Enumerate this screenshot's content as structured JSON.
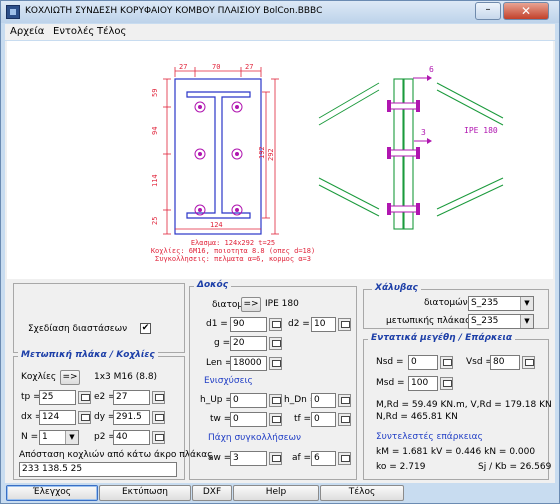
{
  "window": {
    "title": "ΚΟΧΛΙΩΤΗ ΣΥΝΔΕΣΗ ΚΟΡΥΦΑΙΟΥ ΚΟΜΒΟΥ ΠΛΑΙΣΙΟΥ  BolCon.BBBC",
    "minimize": "–",
    "close": "✕"
  },
  "menu": [
    "Αρχεία",
    "Εντολές",
    "Τέλος"
  ],
  "drawing": {
    "top_dims": [
      "27",
      "70",
      "27"
    ],
    "left_dims": [
      "59",
      "94",
      "114",
      "25"
    ],
    "right_dims": [
      "192",
      "292"
    ],
    "bottom_dim": "124",
    "notes": [
      "Ελασμα: 124x292  t=25",
      "Κοχλίες: 6M16, ποιοτητα 8.8 (οπες d=18)",
      "Συγκολλησεις: πελματα α=6, κορμος α=3"
    ],
    "side_load_top": "6",
    "side_load_mid": "3",
    "profile": "IPE 180"
  },
  "left_panel": {
    "draw_dims_label": "Σχεδίαση διαστάσεων",
    "draw_dims_checked": "✔",
    "plate_legend": "Μετωπική πλάκα / Κοχλίες",
    "bolts_label": "Κοχλίες",
    "bolts_btn": "=>",
    "bolts_value": "1x3 M16 (8.8)",
    "tp": {
      "label": "tp =",
      "value": "25"
    },
    "e2": {
      "label": "e2 =",
      "value": "27"
    },
    "dx": {
      "label": "dx =",
      "value": "124"
    },
    "dy": {
      "label": "dy =",
      "value": "291.5"
    },
    "N": {
      "label": "N =",
      "value": "1"
    },
    "p2": {
      "label": "p2 =",
      "value": "40"
    },
    "distance_label": "Απόσταση κοχλιών από κάτω άκρο πλάκας",
    "distance_value": "233 138.5 25"
  },
  "middle_panel": {
    "beam_legend": "Δοκός",
    "section_label": "διατομή",
    "section_btn": "=>",
    "section_value": "IPE 180",
    "d1": {
      "label": "d1 =",
      "value": "90"
    },
    "d2": {
      "label": "d2 =",
      "value": "10"
    },
    "g": {
      "label": "g =",
      "value": "20"
    },
    "len": {
      "label": "Len =",
      "value": "18000"
    },
    "stiffeners_title": "Ενισχύσεις",
    "h_up": {
      "label": "h_Up =",
      "value": "0"
    },
    "h_dn": {
      "label": "h_Dn =",
      "value": "0"
    },
    "tw": {
      "label": "tw =",
      "value": "0"
    },
    "tf": {
      "label": "tf =",
      "value": "0"
    },
    "weld_title": "Πάχη συγκολλήσεων",
    "aw": {
      "label": "aw =",
      "value": "3"
    },
    "af": {
      "label": "af =",
      "value": "6"
    }
  },
  "right_panel": {
    "steel_legend": "Χάλυβας",
    "section_steel_label": "διατομών",
    "section_steel_value": "S_235",
    "plate_steel_label": "μετωπικής πλάκας",
    "plate_steel_value": "S_235",
    "forces_legend": "Εντατικά μεγέθη / Επάρκεια",
    "nsd": {
      "label": "Nsd =",
      "value": "0"
    },
    "vsd": {
      "label": "Vsd =",
      "value": "80"
    },
    "msd": {
      "label": "Msd =",
      "value": "100"
    },
    "res_line1": "M,Rd = 59.49 KN.m,  V,Rd = 179.18 KN",
    "res_line2": "N,Rd = 465.81 KN",
    "coef_title": "Συντελεστές επάρκειας",
    "coef_line1": "kM = 1.681  kV = 0.446  kN = 0.000",
    "coef_line2": "ko = 2.719",
    "coef_line3": "Sj / Kb = 26.569"
  },
  "buttons": [
    "Έλεγχος",
    "Εκτύπωση",
    "DXF",
    "Help",
    "Τέλος"
  ]
}
